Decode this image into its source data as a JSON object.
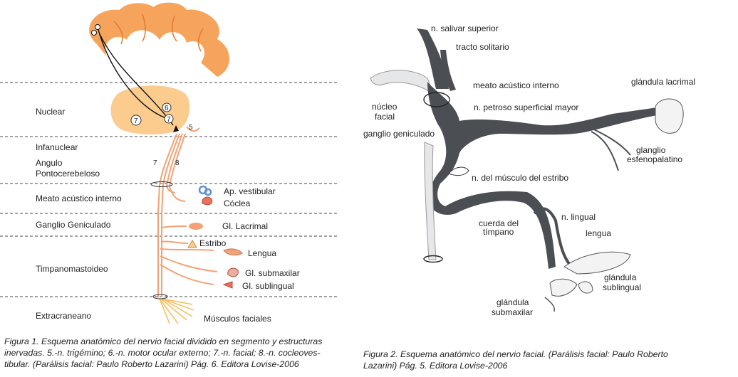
{
  "figure1": {
    "segments": [
      "Nuclear",
      "Infanuclear",
      "Angulo",
      "Pontocerebeloso",
      "Meato acústico interno",
      "Ganglio Geniculado",
      "Timpanomastoideo",
      "Extracraneano"
    ],
    "nerve_numbers": [
      "7",
      "8",
      "5",
      "6",
      "7",
      "7"
    ],
    "structures": [
      "Ap. vestibular",
      "Cóclea",
      "Gl. Lacrimal",
      "Estribo",
      "Lengua",
      "Gl. submaxilar",
      "Gl. sublingual",
      "Músculos faciales"
    ],
    "caption_lines": [
      "Figura 1. Esquema anatómico del nervio facial dividido en segmento y estructuras",
      "inervadas. 5.-n. trigémino; 6.-n. motor ocular externo; 7.-n. facial; 8.-n. cocleoves-",
      "tibular. (Parálisis facial: Paulo Roberto Lazarini) Pág. 6. Editora Lovise-2006"
    ]
  },
  "figure2": {
    "labels": [
      "n. salivar superior",
      "tracto solitario",
      "núcleo",
      "facial",
      "meato acústico interno",
      "glándula lacrimal",
      "n. petroso superficial mayor",
      "ganglio geniculado",
      "glanglio",
      "esfenopalatino",
      "n. del músculo del estribo",
      "n. lingual",
      "cuerda del",
      "tímpano",
      "lengua",
      "glándula",
      "sublingual",
      "glándula",
      "submaxilar"
    ],
    "caption_lines": [
      "Figura 2. Esquema anatómico del nervio facial. (Parálisis facial: Paulo Roberto",
      "Lazarini) Pág. 5. Editora Lovise-2006"
    ]
  },
  "colors": {
    "brain": "#f6a35b",
    "nucleus": "#fbcc8e",
    "nerve": "#f2a276",
    "nerve_dark": "#4b4f54",
    "vestibular": "#5b8fd6"
  }
}
